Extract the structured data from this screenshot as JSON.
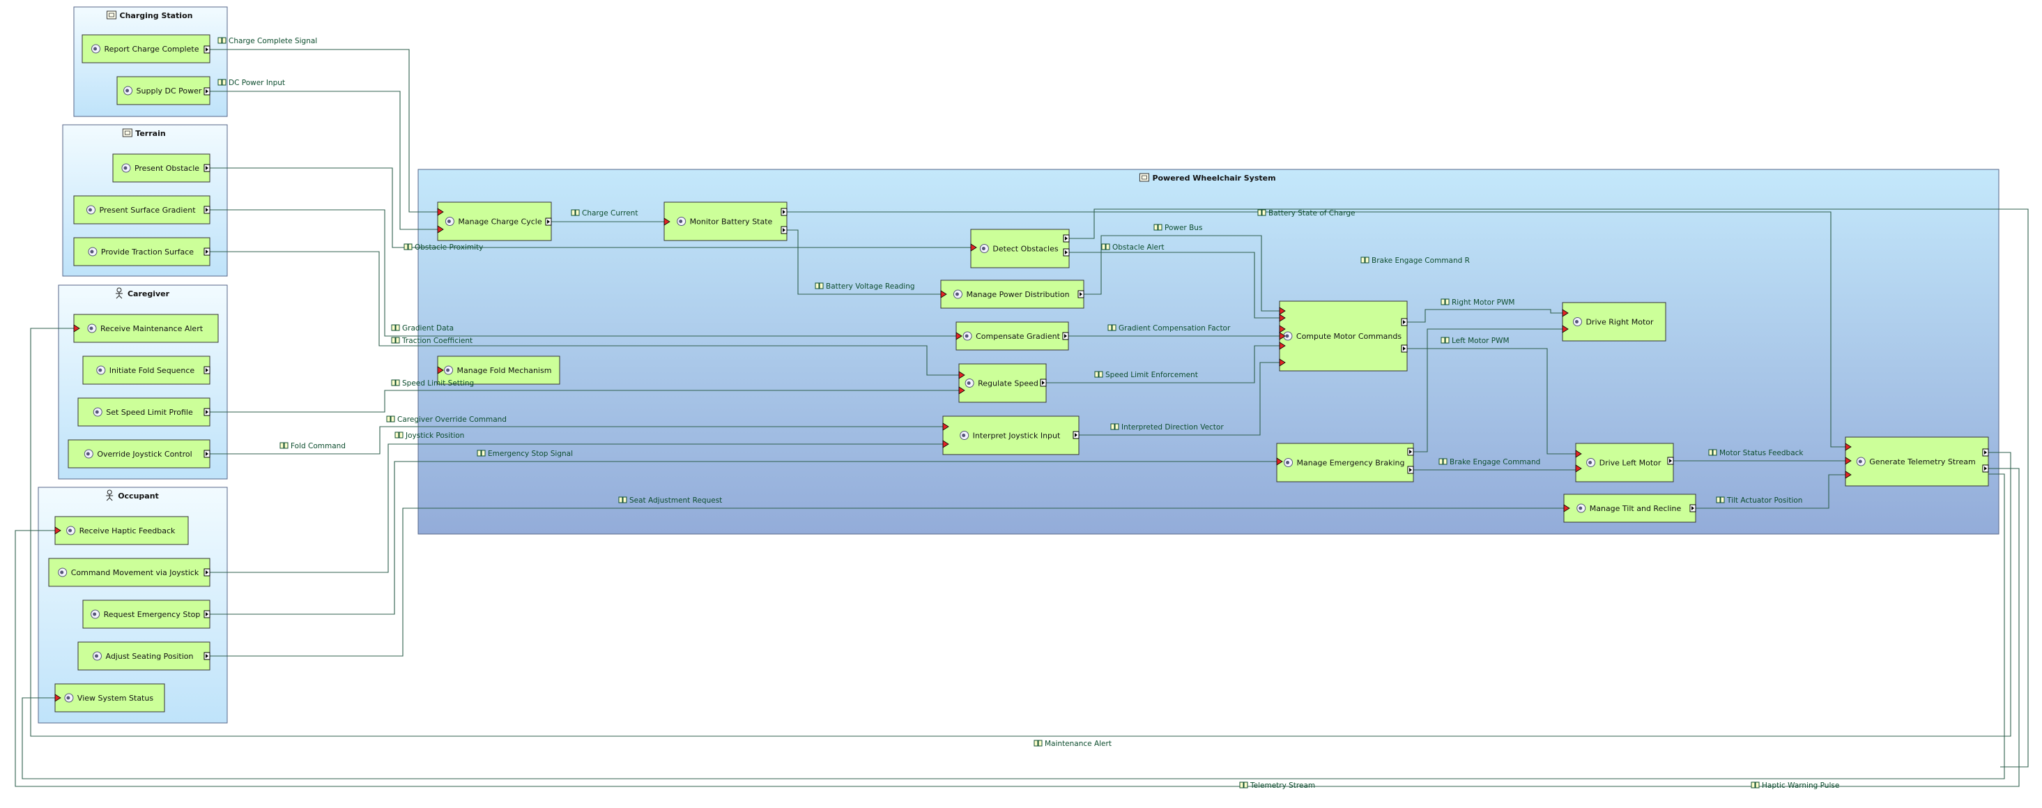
{
  "containers": [
    {
      "id": "charging",
      "title": "Charging Station",
      "kind": "external"
    },
    {
      "id": "terrain",
      "title": "Terrain",
      "kind": "external"
    },
    {
      "id": "caregiver",
      "title": "Caregiver",
      "kind": "actor"
    },
    {
      "id": "occupant",
      "title": "Occupant",
      "kind": "actor"
    },
    {
      "id": "system",
      "title": "Powered Wheelchair System",
      "kind": "system"
    }
  ],
  "functions": [
    {
      "id": "rcc",
      "label": "Report Charge Complete"
    },
    {
      "id": "sdc",
      "label": "Supply DC Power"
    },
    {
      "id": "pob",
      "label": "Present Obstacle"
    },
    {
      "id": "psg",
      "label": "Present Surface Gradient"
    },
    {
      "id": "pts",
      "label": "Provide Traction Surface"
    },
    {
      "id": "rma",
      "label": "Receive Maintenance Alert"
    },
    {
      "id": "ifs",
      "label": "Initiate Fold Sequence"
    },
    {
      "id": "ssl",
      "label": "Set Speed Limit Profile"
    },
    {
      "id": "ojc",
      "label": "Override Joystick Control"
    },
    {
      "id": "rhf",
      "label": "Receive Haptic Feedback"
    },
    {
      "id": "cmj",
      "label": "Command Movement via Joystick"
    },
    {
      "id": "res",
      "label": "Request Emergency Stop"
    },
    {
      "id": "asp",
      "label": "Adjust Seating Position"
    },
    {
      "id": "vss",
      "label": "View System Status"
    },
    {
      "id": "mcc",
      "label": "Manage Charge Cycle"
    },
    {
      "id": "mbs",
      "label": "Monitor Battery State"
    },
    {
      "id": "dob",
      "label": "Detect Obstacles"
    },
    {
      "id": "mpd",
      "label": "Manage Power Distribution"
    },
    {
      "id": "cgr",
      "label": "Compensate Gradient"
    },
    {
      "id": "mfm",
      "label": "Manage Fold Mechanism"
    },
    {
      "id": "rsp",
      "label": "Regulate Speed"
    },
    {
      "id": "iji",
      "label": "Interpret Joystick Input"
    },
    {
      "id": "cmc",
      "label": "Compute Motor Commands"
    },
    {
      "id": "drm",
      "label": "Drive Right Motor"
    },
    {
      "id": "meb",
      "label": "Manage Emergency Braking"
    },
    {
      "id": "dlm",
      "label": "Drive Left Motor"
    },
    {
      "id": "mtr",
      "label": "Manage Tilt and Recline"
    },
    {
      "id": "gts",
      "label": "Generate Telemetry Stream"
    }
  ],
  "flows": [
    {
      "id": "f1",
      "label": "Charge Complete Signal"
    },
    {
      "id": "f2",
      "label": "DC Power Input"
    },
    {
      "id": "f3",
      "label": "Charge Current"
    },
    {
      "id": "f4",
      "label": "Battery State of Charge"
    },
    {
      "id": "f5",
      "label": "Power Bus"
    },
    {
      "id": "f6",
      "label": "Obstacle Proximity"
    },
    {
      "id": "f7",
      "label": "Obstacle Alert"
    },
    {
      "id": "f8",
      "label": "Brake Engage Command R"
    },
    {
      "id": "f9",
      "label": "Battery Voltage Reading"
    },
    {
      "id": "f10",
      "label": "Right Motor PWM"
    },
    {
      "id": "f11",
      "label": "Gradient Data"
    },
    {
      "id": "f12",
      "label": "Gradient Compensation Factor"
    },
    {
      "id": "f13",
      "label": "Traction Coefficient"
    },
    {
      "id": "f14",
      "label": "Left Motor PWM"
    },
    {
      "id": "f15",
      "label": "Speed Limit Enforcement"
    },
    {
      "id": "f16",
      "label": "Speed Limit Setting"
    },
    {
      "id": "f17",
      "label": "Caregiver Override Command"
    },
    {
      "id": "f18",
      "label": "Interpreted Direction Vector"
    },
    {
      "id": "f19",
      "label": "Joystick Position"
    },
    {
      "id": "f20",
      "label": "Fold Command"
    },
    {
      "id": "f21",
      "label": "Emergency Stop Signal"
    },
    {
      "id": "f22",
      "label": "Motor Status Feedback"
    },
    {
      "id": "f23",
      "label": "Brake Engage Command"
    },
    {
      "id": "f24",
      "label": "Seat Adjustment Request"
    },
    {
      "id": "f25",
      "label": "Tilt Actuator Position"
    },
    {
      "id": "f26",
      "label": "Maintenance Alert"
    },
    {
      "id": "f27",
      "label": "Telemetry Stream"
    },
    {
      "id": "f28",
      "label": "Haptic Warning Pulse"
    }
  ]
}
